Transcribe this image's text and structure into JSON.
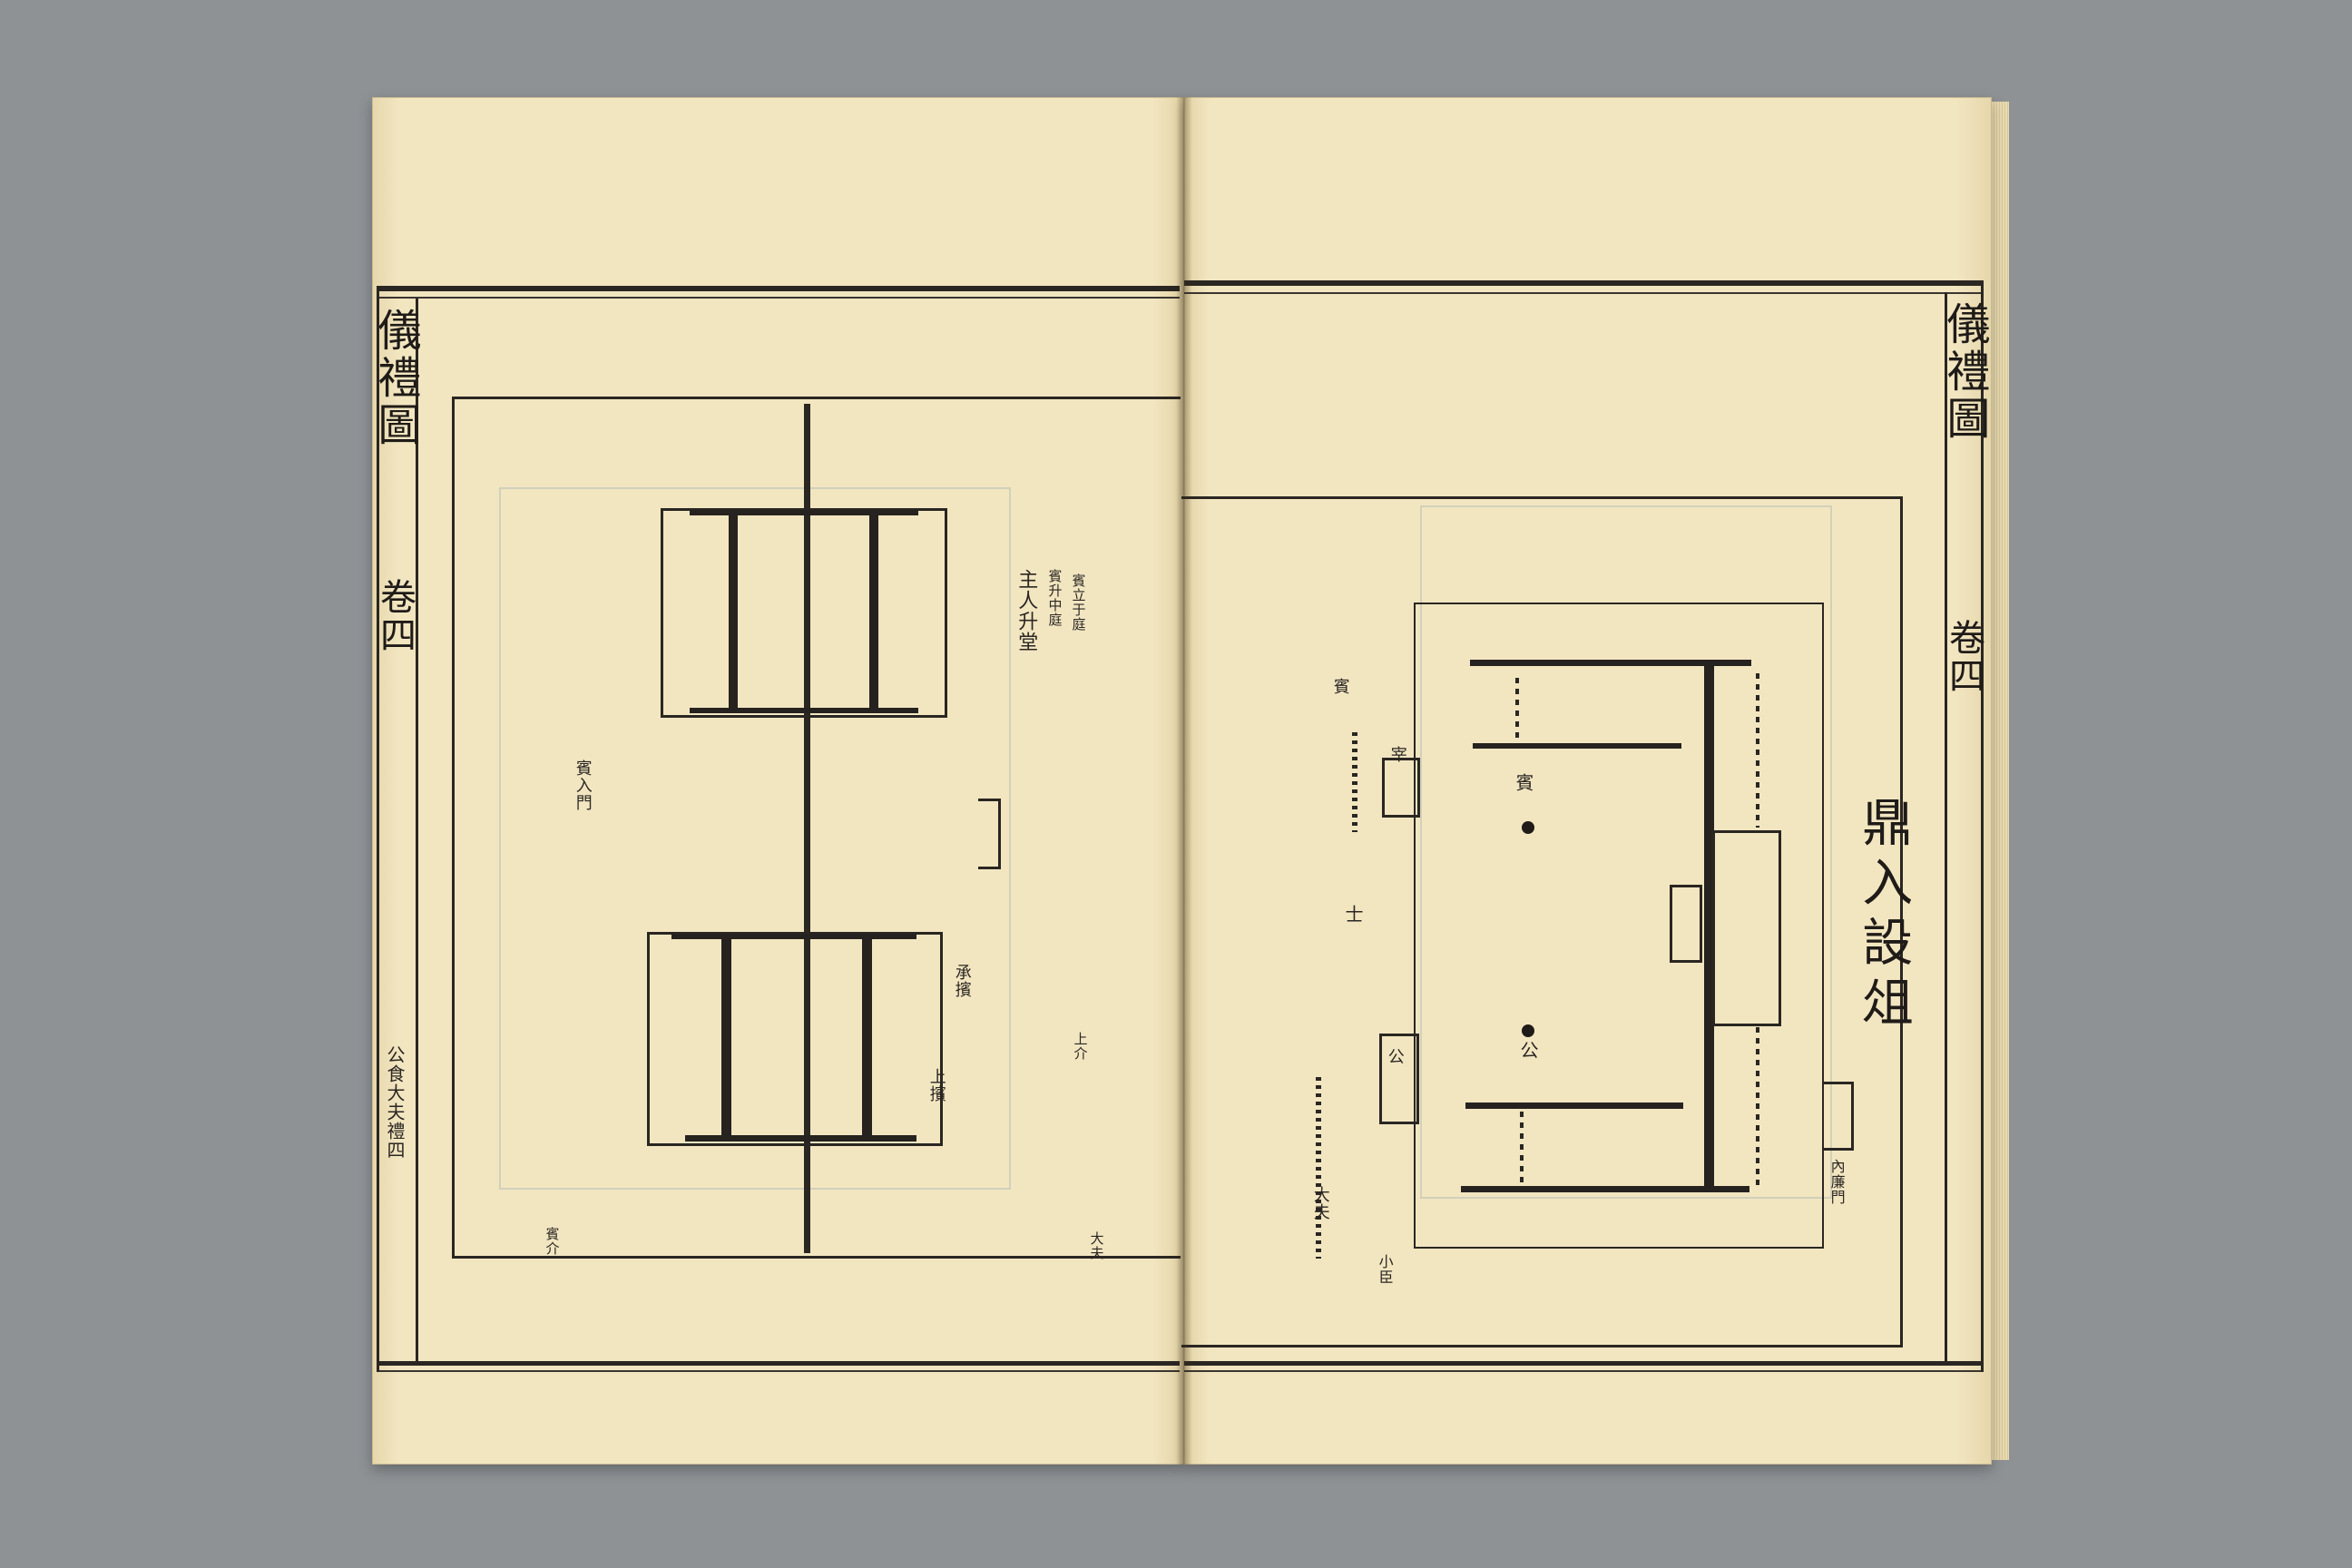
{
  "book": {
    "left_page": {
      "margin_title": "儀禮圖",
      "volume_marker": "卷四",
      "folio_number": "公食大夫禮四",
      "labels": [
        "主人升堂",
        "賓升中庭",
        "賓立于庭",
        "賓入門",
        "承擯",
        "上擯",
        "上介",
        "大夫",
        "賓介"
      ]
    },
    "right_page": {
      "margin_title": "儀禮圖",
      "volume_marker": "卷四",
      "diagram_title": "鼎入設俎",
      "labels": [
        "賓",
        "公",
        "宰",
        "賓",
        "士",
        "公",
        "大夫",
        "小臣",
        "內廉門"
      ]
    }
  }
}
